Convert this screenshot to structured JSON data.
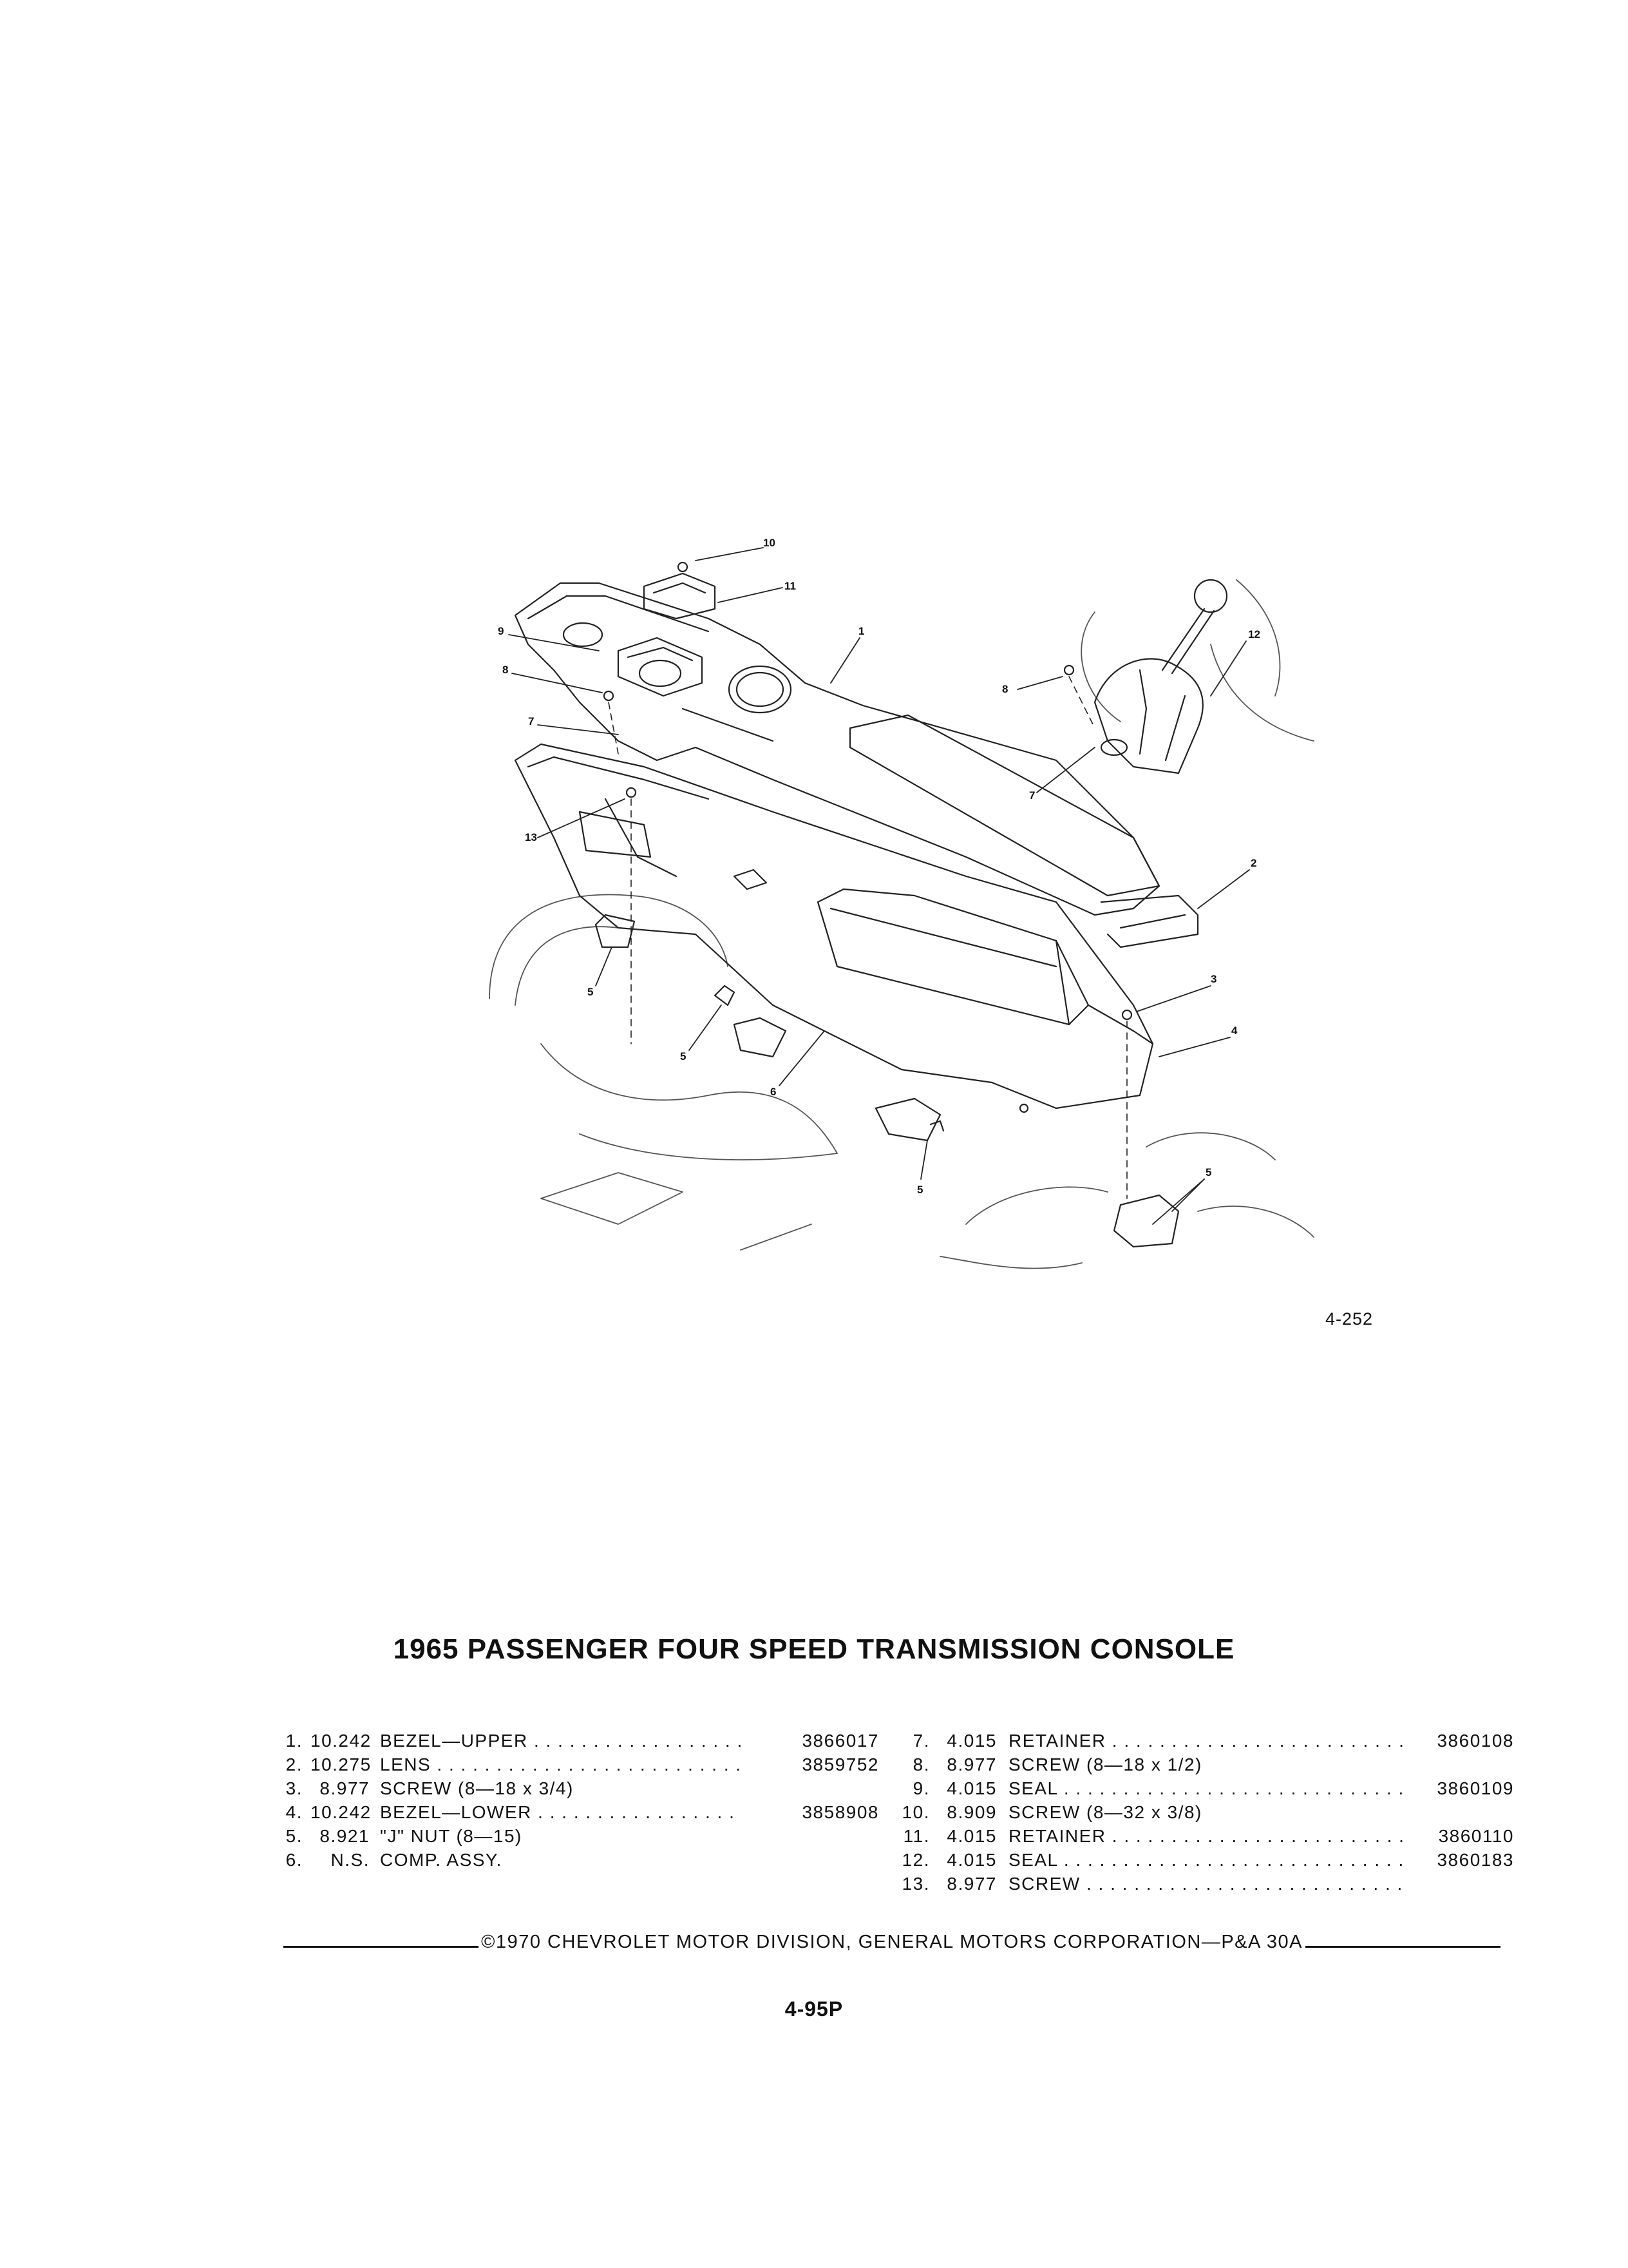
{
  "figure": {
    "number": "4-252",
    "callouts": {
      "c1": "1",
      "c2": "2",
      "c3": "3",
      "c4": "4",
      "c5": "5",
      "c6": "6",
      "c7": "7",
      "c8": "8",
      "c9": "9",
      "c10": "10",
      "c11": "11",
      "c12": "12",
      "c13": "13"
    }
  },
  "title": "1965 PASSENGER FOUR SPEED TRANSMISSION CONSOLE",
  "parts_left": [
    {
      "no": "1.",
      "cat": "10.242",
      "desc": "BEZEL—UPPER . . . . . . . . . . . . . . . . . . . . . . . . . . . . . .",
      "pn": "3866017"
    },
    {
      "no": "2.",
      "cat": "10.275",
      "desc": "LENS . . . . . . . . . . . . . . . . . . . . . . . . . . . . . . . . . . . . . .",
      "pn": "3859752"
    },
    {
      "no": "3.",
      "cat": "8.977",
      "desc": "SCREW (8—18 x 3/4)",
      "pn": ""
    },
    {
      "no": "4.",
      "cat": "10.242",
      "desc": "BEZEL—LOWER . . . . . . . . . . . . . . . . . . . . . . . . . . . .",
      "pn": "3858908"
    },
    {
      "no": "5.",
      "cat": "8.921",
      "desc": "\"J\" NUT (8—15)",
      "pn": ""
    },
    {
      "no": "6.",
      "cat": "N.S.",
      "desc": "COMP. ASSY.",
      "pn": ""
    }
  ],
  "parts_right": [
    {
      "no": "7.",
      "cat": "4.015",
      "desc": "RETAINER . . . . . . . . . . . . . . . . . . . . . . . . . . . . . .",
      "pn": "3860108"
    },
    {
      "no": "8.",
      "cat": "8.977",
      "desc": "SCREW (8—18 x 1/2)",
      "pn": ""
    },
    {
      "no": "9.",
      "cat": "4.015",
      "desc": "SEAL . . . . . . . . . . . . . . . . . . . . . . . . . . . . . . . . . . . . .",
      "pn": "3860109"
    },
    {
      "no": "10.",
      "cat": "8.909",
      "desc": "SCREW (8—32 x 3/8)",
      "pn": ""
    },
    {
      "no": "11.",
      "cat": "4.015",
      "desc": "RETAINER . . . . . . . . . . . . . . . . . . . . . . . . . . . . . .",
      "pn": "3860110"
    },
    {
      "no": "12.",
      "cat": "4.015",
      "desc": "SEAL . . . . . . . . . . . . . . . . . . . . . . . . . . . . . . . . . . . .",
      "pn": "3860183"
    },
    {
      "no": "13.",
      "cat": "8.977",
      "desc": "SCREW . . . . . . . . . . . . . . . . . . . . . . . . . . . . . . .",
      "pn": ""
    }
  ],
  "footer": "©1970 CHEVROLET MOTOR DIVISION, GENERAL MOTORS CORPORATION—P&A 30A",
  "page_number": "4-95P"
}
